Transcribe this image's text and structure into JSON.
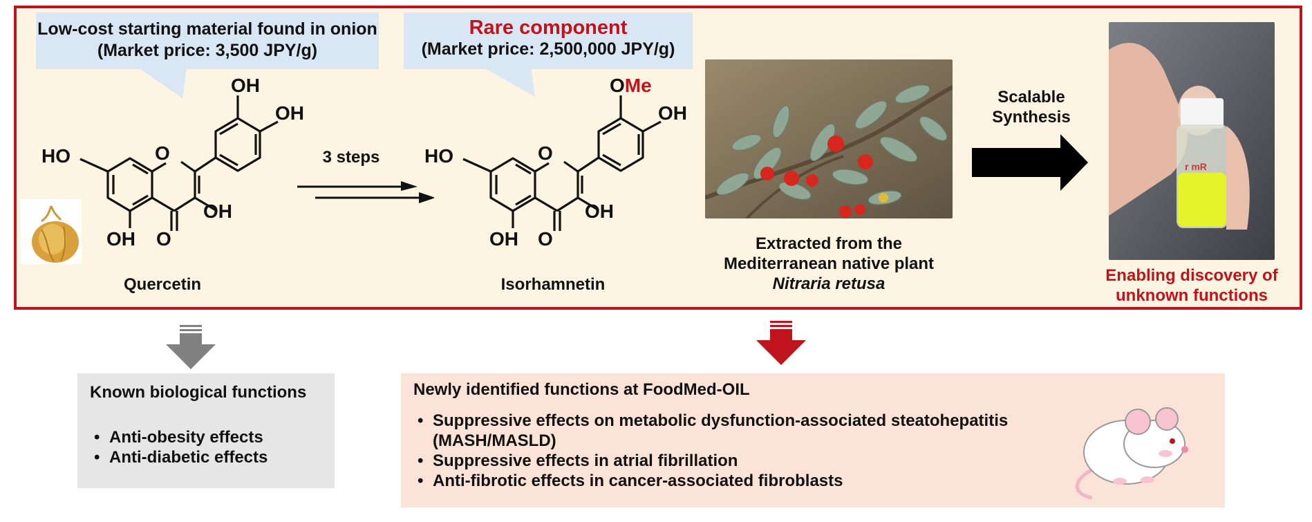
{
  "top_panel": {
    "callout_left": {
      "line1": "Low-cost starting material found in onion",
      "line2": "(Market price: 3,500 JPY/g)"
    },
    "callout_right": {
      "line1": "Rare component",
      "line2": "(Market price: 2,500,000 JPY/g)"
    },
    "quercetin": {
      "name": "Quercetin",
      "oh": "OH",
      "ho": "HO",
      "o": "O"
    },
    "reaction": {
      "label": "3 steps"
    },
    "isorhamnetin": {
      "name": "Isorhamnetin",
      "ome_o": "O",
      "ome_me": "Me"
    },
    "plant": {
      "line1": "Extracted from the",
      "line2": "Mediterranean native plant",
      "line3": "Nitraria retusa"
    },
    "synthesis": {
      "line1": "Scalable",
      "line2": "Synthesis"
    },
    "vial": {
      "line1": "Enabling discovery of",
      "line2": "unknown functions"
    }
  },
  "known": {
    "title": "Known biological functions",
    "items": [
      "Anti-obesity effects",
      "Anti-diabetic effects"
    ]
  },
  "new": {
    "title": "Newly identified functions at FoodMed-OIL",
    "items": [
      "Suppressive effects on metabolic dysfunction-associated steatohepatitis (MASH/MASLD)",
      "Suppressive effects in atrial fibrillation",
      "Anti-fibrotic effects in cancer-associated fibroblasts"
    ]
  },
  "colors": {
    "accent_red": "#c0141c",
    "panel_bg": "#fdf4e2",
    "callout_blue": "#d9e7f4",
    "grey_box": "#e6e6e6",
    "peach_box": "#fbe4d7"
  },
  "icons": [
    "onion-icon",
    "plant-photo",
    "vial-photo",
    "mouse-icon",
    "down-arrow-grey",
    "down-arrow-red",
    "right-arrow"
  ]
}
